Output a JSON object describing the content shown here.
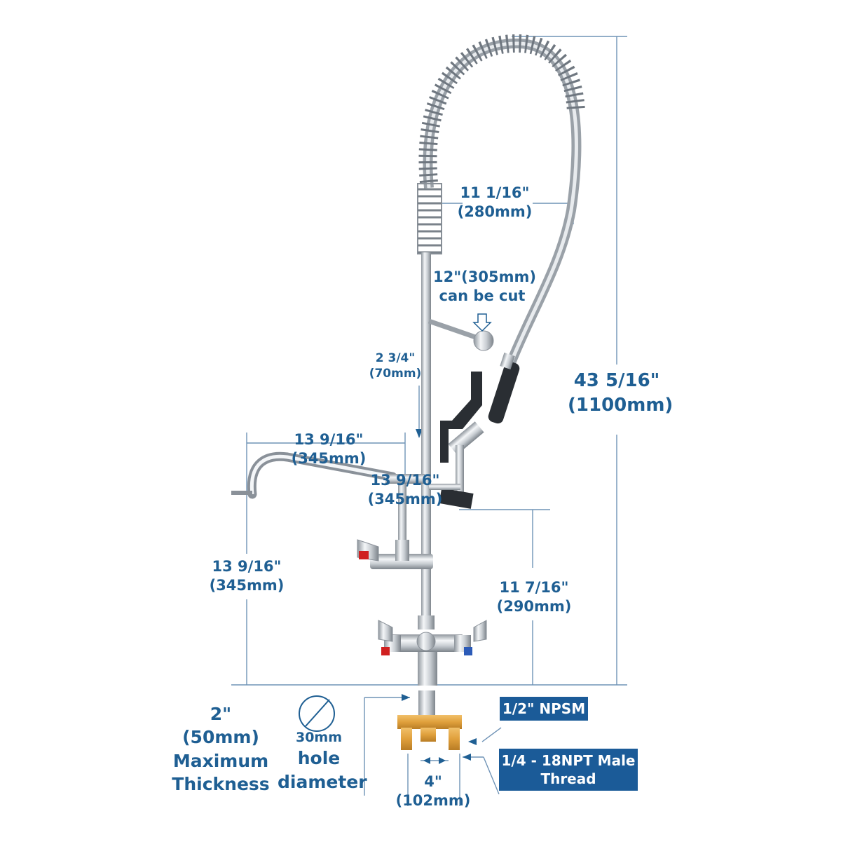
{
  "dimensions": {
    "hose_reach": {
      "imperial": "11 1/16\"",
      "metric": "(280mm)"
    },
    "cut_length": {
      "line1": "12\"(305mm)",
      "line2": "can be cut"
    },
    "spring_gap": {
      "imperial": "2 3/4\"",
      "metric": "(70mm)"
    },
    "overall_height": {
      "imperial": "43 5/16\"",
      "metric": "(1100mm)"
    },
    "spout_length": {
      "imperial": "13 9/16\"",
      "metric": "(345mm)"
    },
    "spout_inner": {
      "imperial": "13 9/16\"",
      "metric": "(345mm)"
    },
    "spout_height": {
      "imperial": "13 9/16\"",
      "metric": "(345mm)"
    },
    "sprayer_height": {
      "imperial": "11 7/16\"",
      "metric": "(290mm)"
    },
    "deck_thickness": {
      "line1": "2\"",
      "line2": "(50mm)",
      "line3": "Maximum",
      "line4": "Thickness"
    },
    "hole": {
      "line1": "30mm",
      "line2": "hole",
      "line3": "diameter"
    },
    "center_spacing": {
      "imperial": "4\"",
      "metric": "(102mm)"
    }
  },
  "tags": {
    "npsm": "1/2\" NPSM",
    "npt_line1": "1/4 - 18NPT Male",
    "npt_line2": "Thread"
  },
  "colors": {
    "dimension": "#1f5f93",
    "tag_bg": "#1b5b98",
    "chrome": "#b8bec4",
    "brass": "#e0a03c"
  }
}
